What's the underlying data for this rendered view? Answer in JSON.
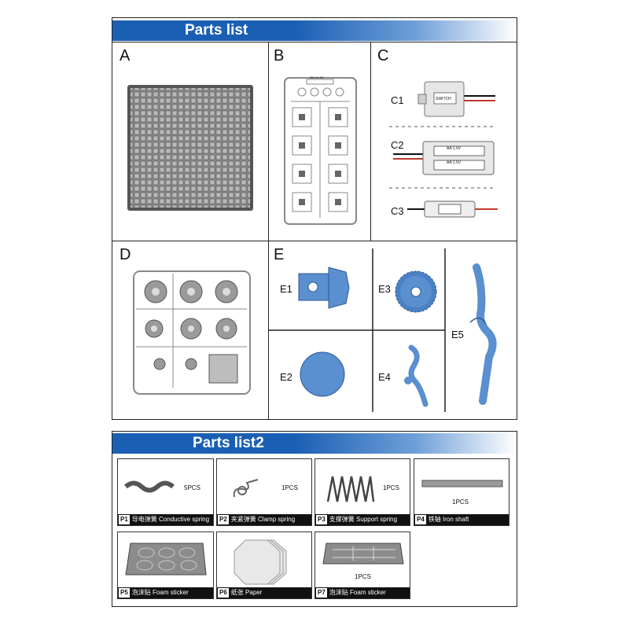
{
  "list1": {
    "title": "Parts list",
    "sections": {
      "A": "A",
      "B": "B",
      "C": "C",
      "D": "D",
      "E": "E"
    },
    "c_items": [
      "C1",
      "C2",
      "C3"
    ],
    "b_frame_text": "2M-14-6S",
    "c_battery_text": "AA 1.5V",
    "c1_text": "SWITCH",
    "e_items": [
      "E1",
      "E2",
      "E3",
      "E4",
      "E5"
    ]
  },
  "list2": {
    "title": "Parts list2",
    "items": [
      {
        "code": "P1",
        "cn": "导电弹簧",
        "en": "Conductive spring",
        "qty": "5PCS"
      },
      {
        "code": "P2",
        "cn": "夹紧弹簧",
        "en": "Clamp spring",
        "qty": "1PCS"
      },
      {
        "code": "P3",
        "cn": "支撑弹簧",
        "en": "Support spring",
        "qty": "1PCS"
      },
      {
        "code": "P4",
        "cn": "铁轴",
        "en": "Iron shaft",
        "qty": "1PCS"
      },
      {
        "code": "P5",
        "cn": "泡沫贴",
        "en": "Foam sticker",
        "qty": ""
      },
      {
        "code": "P6",
        "cn": "纸张",
        "en": "Paper",
        "qty": ""
      },
      {
        "code": "P7",
        "cn": "泡沫贴",
        "en": "Foam sticker",
        "qty": "1PCS"
      }
    ]
  },
  "colors": {
    "banner_blue": "#1a5fb4",
    "part_blue": "#5a8fd0",
    "wire_red": "#c0392b"
  }
}
